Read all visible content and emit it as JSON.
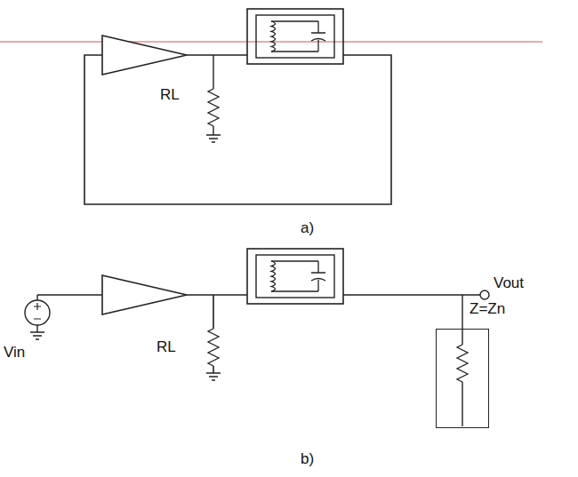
{
  "diagram": {
    "nodes": [
      {
        "text": [
          "Z=Zn"
        ]
      }
    ],
    "labels": [
      "RL",
      "a)",
      "Vin",
      "RL",
      "b)",
      "Vout"
    ]
  }
}
